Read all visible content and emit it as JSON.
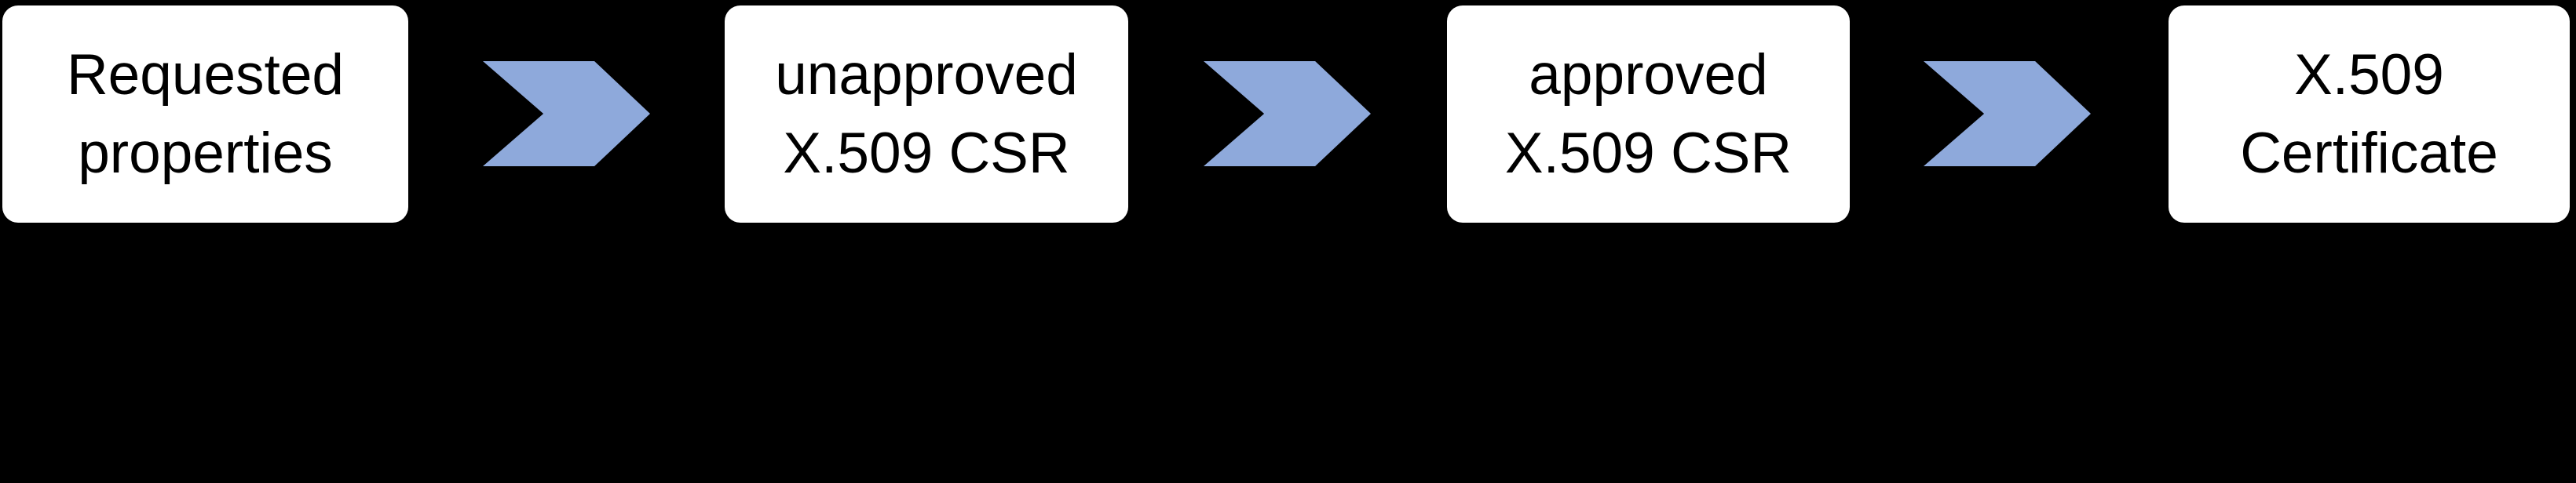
{
  "colors": {
    "background": "#000000",
    "box_fill": "#ffffff",
    "box_text": "#000000",
    "arrow": "#8EA9DB"
  },
  "steps": [
    {
      "line1": "Requested",
      "line2": "properties"
    },
    {
      "line1": "unapproved",
      "line2": "X.509 CSR"
    },
    {
      "line1": "approved",
      "line2": "X.509 CSR"
    },
    {
      "line1": "X.509",
      "line2": "Certificate"
    }
  ],
  "connectors": [
    {
      "icon": "chevron-right-icon"
    },
    {
      "icon": "chevron-right-icon"
    },
    {
      "icon": "chevron-right-icon"
    }
  ]
}
